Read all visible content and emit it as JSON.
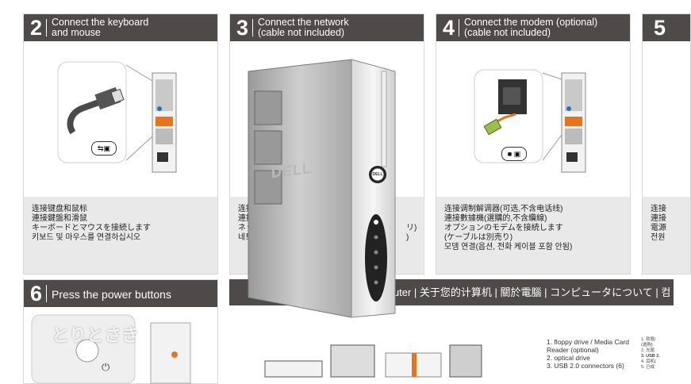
{
  "steps": [
    {
      "num": "2",
      "title_line1": "Connect the keyboard",
      "title_line2": "and mouse",
      "captions": [
        "连接键盘和鼠标",
        "連接鍵盤和滑鼠",
        "キーボードとマウスを接続します",
        "키보드 및 마우스를 연결하십시오"
      ]
    },
    {
      "num": "3",
      "title_line1": "Connect the network",
      "title_line2": "(cable not included)",
      "captions": [
        "连接",
        "連接",
        "ネット",
        "네트"
      ],
      "captions_right": [
        "リ)",
        ")"
      ]
    },
    {
      "num": "4",
      "title_line1": "Connect the modem (optional)",
      "title_line2": "(cable not included)",
      "captions": [
        "连接调制解调器(可选,不含电话线)",
        "連接數據機(選購的,不含纜線)",
        "オプションのモデムを接続します",
        "(ケーブルは別売り)",
        "모뎀 연결(옵션, 전화 케이블 포함 안됨)"
      ]
    },
    {
      "num": "5",
      "captions": [
        "连接",
        "連接",
        "電源",
        "전원"
      ]
    },
    {
      "num": "6",
      "title": "Press the power buttons"
    }
  ],
  "computer": {
    "brand": "DELL"
  },
  "about": {
    "title": "About Your Computer | 关于您的计算机 | 關於電腦 | コンピュータについて | 컴",
    "features": [
      "1. floppy drive / Media Card",
      "   Reader (optional)",
      "2. optical drive",
      "3. USB 2.0 connectors (6)"
    ],
    "features_right": [
      "1. 软驱/",
      "   (选购)",
      "2. 光驱",
      "3. USB 2.",
      "4. 耳机(",
      "5. 已成"
    ]
  },
  "watermark": {
    "text": "とりとさき"
  },
  "colors": {
    "header_bg": "#4d4a48",
    "caption_bg": "#e9e9e9",
    "accent_orange": "#e8731e",
    "usb_blue": "#2b6fc0"
  },
  "icons": [
    "usb-icon",
    "keyboard-mouse-port-icon",
    "phone-jack-icon",
    "power-button-icon"
  ]
}
